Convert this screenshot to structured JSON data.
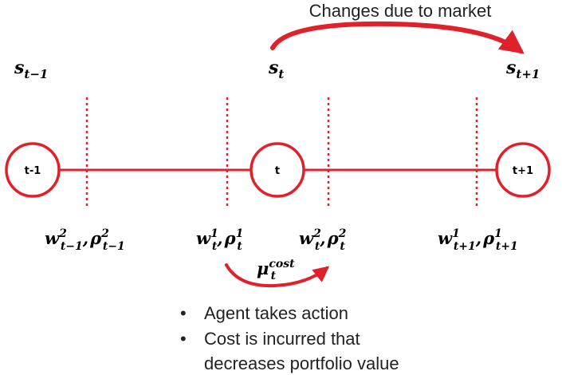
{
  "colors": {
    "accent": "#e0202a",
    "text": "#000000"
  },
  "market_caption": "Changes due to market",
  "states": [
    {
      "base": "s",
      "sub": "t−1"
    },
    {
      "base": "s",
      "sub": "t"
    },
    {
      "base": "s",
      "sub": "t+1"
    }
  ],
  "nodes": [
    {
      "label": "t-1"
    },
    {
      "label": "t"
    },
    {
      "label": "t+1"
    }
  ],
  "weights": [
    {
      "w": "w",
      "w_sup": "2",
      "w_sub": "t−1",
      "sep": ",",
      "rho": "ρ",
      "rho_sup": "2",
      "rho_sub": "t−1"
    },
    {
      "w": "w",
      "w_sup": "1",
      "w_sub": "t",
      "sep": ",",
      "rho": "ρ",
      "rho_sup": "1",
      "rho_sub": "t"
    },
    {
      "w": "w",
      "w_sup": "2",
      "w_sub": "t",
      "sep": ",",
      "rho": "ρ",
      "rho_sup": "2",
      "rho_sub": "t"
    },
    {
      "w": "w",
      "w_sup": "1",
      "w_sub": "t+1",
      "sep": ",",
      "rho": "ρ",
      "rho_sup": "1",
      "rho_sub": "t+1"
    }
  ],
  "cost": {
    "base": "μ",
    "sup": "cost",
    "sub": "t"
  },
  "bullets": [
    {
      "marker": "•",
      "lines": [
        "Agent takes action"
      ]
    },
    {
      "marker": "•",
      "lines": [
        "Cost is incurred that",
        "decreases portfolio value"
      ]
    }
  ]
}
